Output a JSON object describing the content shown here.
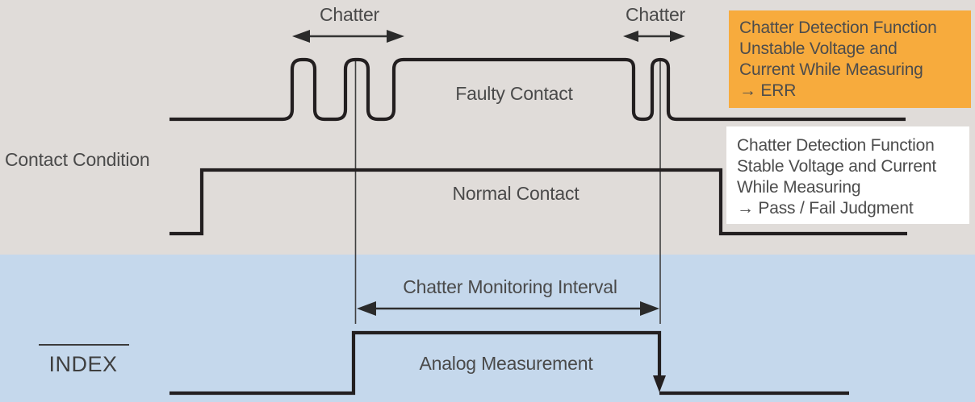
{
  "diagram": {
    "section_label": "Contact Condition",
    "chatter_label_left": "Chatter",
    "chatter_label_right": "Chatter",
    "faulty_label": "Faulty Contact",
    "normal_label": "Normal Contact",
    "interval_label": "Chatter Monitoring Interval",
    "analog_label": "Analog Measurement",
    "index_label": "INDEX"
  },
  "callouts": {
    "error_box": {
      "bg": "#f7ab3d",
      "lines": [
        "Chatter Detection Function",
        "Unstable Voltage and",
        "Current While Measuring",
        "→ ERR"
      ]
    },
    "judgment_box": {
      "bg": "#ffffff",
      "lines": [
        "Chatter Detection Function",
        "Stable Voltage and Current",
        "While Measuring",
        "→ Pass / Fail Judgment"
      ]
    }
  },
  "colors": {
    "top_section_bg": "#e0dcd9",
    "bottom_section_bg": "#c5d8ec",
    "waveform_line": "#231f20",
    "label_text": "#4a4a4a",
    "highlight_orange": "#f7ab3d",
    "callout_white": "#ffffff"
  }
}
